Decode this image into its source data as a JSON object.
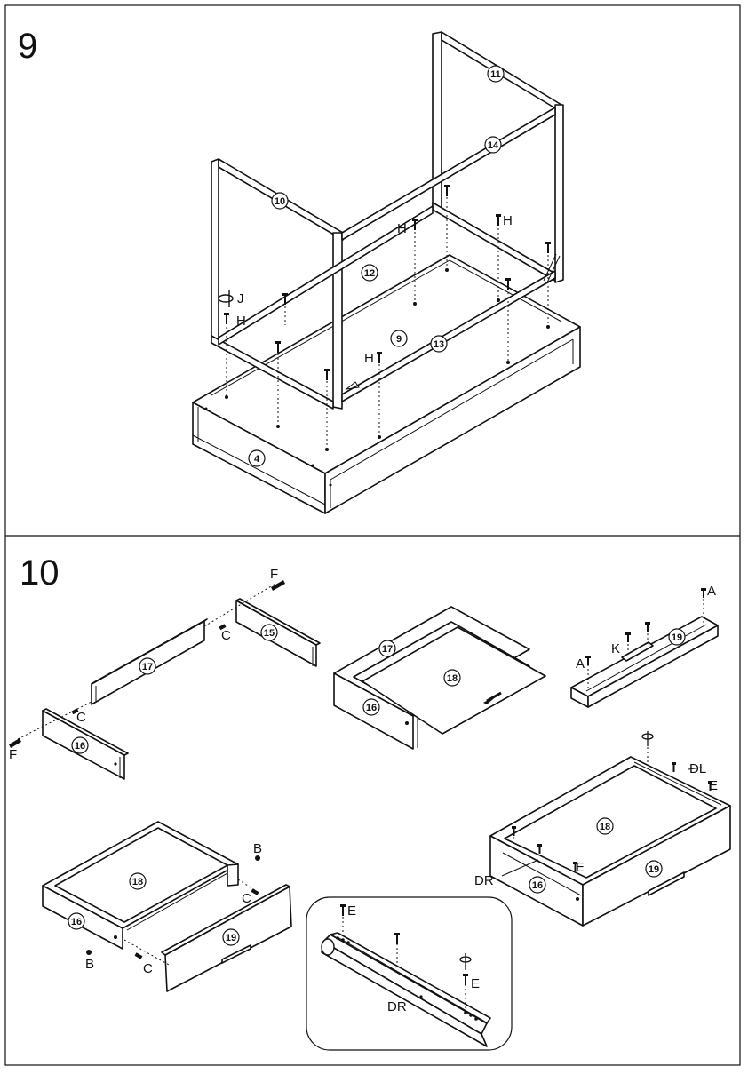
{
  "steps": [
    {
      "number": "9",
      "parts": {
        "p4": "4",
        "p9": "9",
        "p10": "10",
        "p11": "11",
        "p12": "12",
        "p13": "13",
        "p14": "14"
      },
      "hardware": {
        "j": "J",
        "h1": "H",
        "h2": "H",
        "h3": "H",
        "h4": "H"
      }
    },
    {
      "number": "10",
      "parts": {
        "p15": "15",
        "p16a": "16",
        "p17a": "17",
        "p17b": "17",
        "p18a": "18",
        "p16b": "16",
        "p19a": "19",
        "p18b": "18",
        "p16c": "16",
        "p19b": "19",
        "p18c": "18",
        "p16d": "16",
        "p19c": "19"
      },
      "hardware": {
        "f1": "F",
        "c1": "C",
        "c2": "C",
        "f2": "F",
        "a1": "A",
        "k": "K",
        "a2": "A",
        "dl": "DL",
        "e1": "E",
        "e2": "E",
        "dr1": "DR",
        "b1": "B",
        "c3": "C",
        "b2": "B",
        "c4": "C",
        "e3": "E",
        "e4": "E",
        "dr2": "DR"
      }
    }
  ]
}
